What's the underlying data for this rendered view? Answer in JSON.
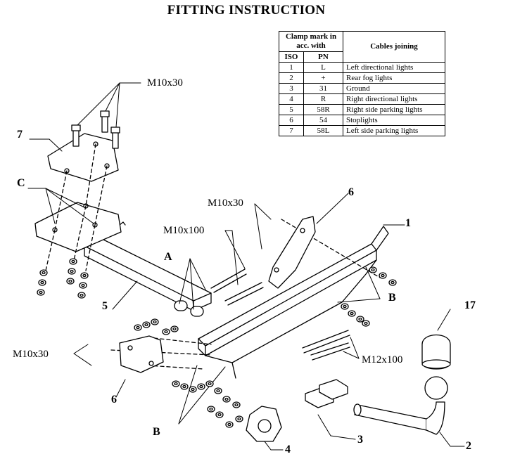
{
  "title": "FITTING INSTRUCTION",
  "table": {
    "header_clamp": "Clamp mark in acc. with",
    "header_cables": "Cables joining",
    "sub_iso": "ISO",
    "sub_pn": "PN",
    "rows": [
      {
        "iso": "1",
        "pn": "L",
        "desc": "Left directional lights"
      },
      {
        "iso": "2",
        "pn": "+",
        "desc": "Rear fog lights"
      },
      {
        "iso": "3",
        "pn": "31",
        "desc": "Ground"
      },
      {
        "iso": "4",
        "pn": "R",
        "desc": "Right directional lights"
      },
      {
        "iso": "5",
        "pn": "58R",
        "desc": "Right side parking lights"
      },
      {
        "iso": "6",
        "pn": "54",
        "desc": "Stoplights"
      },
      {
        "iso": "7",
        "pn": "58L",
        "desc": "Left side parking lights"
      }
    ]
  },
  "labels": {
    "bolt_top": "M10x30",
    "bolt_mid": "M10x30",
    "bolt_left": "M10x30",
    "bolt_m10x100": "M10x100",
    "bolt_m12x100": "M12x100",
    "part_1": "1",
    "part_2": "2",
    "part_3": "3",
    "part_4": "4",
    "part_5": "5",
    "part_6_top": "6",
    "part_6_bottom": "6",
    "part_7": "7",
    "part_17": "17",
    "point_a": "A",
    "point_b_right": "B",
    "point_b_bottom": "B",
    "point_c": "C"
  }
}
